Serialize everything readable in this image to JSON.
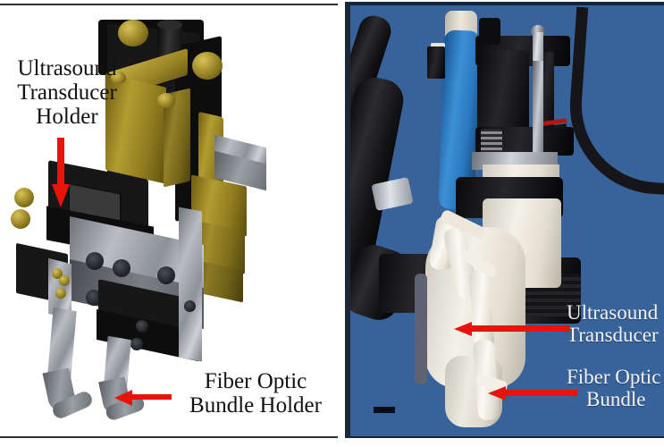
{
  "figure": {
    "panels": [
      {
        "id": "left",
        "kind": "cad-render",
        "background": "#ffffff",
        "labels": [
          {
            "name": "ultrasound-transducer-holder-label",
            "lines": [
              "Ultrasound",
              "Transducer",
              "Holder"
            ],
            "color": "#111111"
          },
          {
            "name": "fiber-optic-bundle-holder-label",
            "lines": [
              "Fiber Optic",
              "Bundle Holder"
            ],
            "color": "#111111"
          }
        ],
        "annotations": [
          {
            "name": "arrow-ultrasound-transducer-holder",
            "direction": "down",
            "color": "#e8140c"
          },
          {
            "name": "arrow-fiber-optic-bundle-holder",
            "direction": "left",
            "color": "#e8140c"
          }
        ]
      },
      {
        "id": "right",
        "kind": "photograph",
        "background": "#38629a",
        "labels": [
          {
            "name": "ultrasound-transducer-label",
            "lines": [
              "Ultrasound",
              "Transducer"
            ],
            "color": "#f2f4f8"
          },
          {
            "name": "fiber-optic-bundle-label",
            "lines": [
              "Fiber Optic",
              "Bundle"
            ],
            "color": "#f2f4f8"
          }
        ],
        "annotations": [
          {
            "name": "arrow-ultrasound-transducer",
            "direction": "left",
            "color": "#e8140c"
          },
          {
            "name": "arrow-fiber-optic-bundle",
            "direction": "left",
            "color": "#e8140c"
          },
          {
            "name": "scale-bar",
            "color": "#0a0d14"
          }
        ]
      }
    ],
    "colors": {
      "photo_background": "#38629a",
      "arrow_red": "#e8140c",
      "brass": "#9a8526",
      "black_part": "#171717",
      "steel": "#b9bdc3",
      "blue_tube": "#2a78c0",
      "white_transducer": "#f4f1e8",
      "frame_line": "#2e2e2e"
    }
  }
}
